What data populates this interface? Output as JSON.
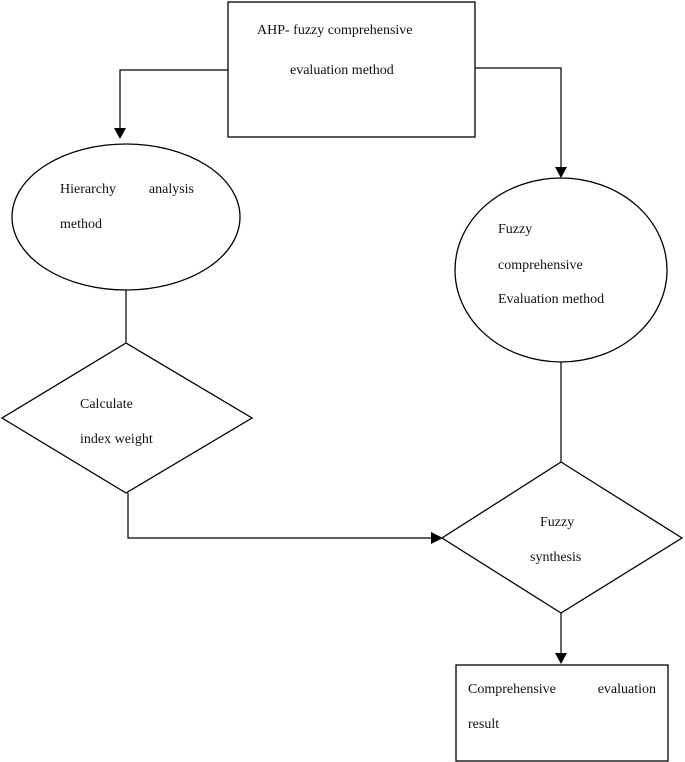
{
  "nodes": {
    "root": {
      "line1": "AHP- fuzzy comprehensive",
      "line2": "evaluation method"
    },
    "hierarchy": {
      "line1_word1": "Hierarchy",
      "line1_word2": "analysis",
      "line2": "method"
    },
    "fuzzy_method": {
      "line1": "Fuzzy",
      "line2": "comprehensive",
      "line3": "Evaluation method"
    },
    "calculate": {
      "line1": "Calculate",
      "line2": "index weight"
    },
    "fuzzy_synthesis": {
      "line1": "Fuzzy",
      "line2": "synthesis"
    },
    "result": {
      "line1_word1": "Comprehensive",
      "line1_word2": "evaluation",
      "line2": "result"
    }
  },
  "edges": [
    {
      "from": "AHP- fuzzy comprehensive evaluation method",
      "to": "Hierarchy analysis method",
      "arrow": true
    },
    {
      "from": "AHP- fuzzy comprehensive evaluation method",
      "to": "Fuzzy comprehensive Evaluation method",
      "arrow": true
    },
    {
      "from": "Hierarchy analysis method",
      "to": "Calculate index weight",
      "arrow": false
    },
    {
      "from": "Fuzzy comprehensive Evaluation method",
      "to": "Fuzzy synthesis",
      "arrow": false
    },
    {
      "from": "Calculate index weight",
      "to": "Fuzzy synthesis",
      "arrow": true
    },
    {
      "from": "Fuzzy synthesis",
      "to": "Comprehensive evaluation result",
      "arrow": true
    }
  ],
  "colors": {
    "stroke": "#000000",
    "fill": "#ffffff",
    "text": "#111111"
  }
}
